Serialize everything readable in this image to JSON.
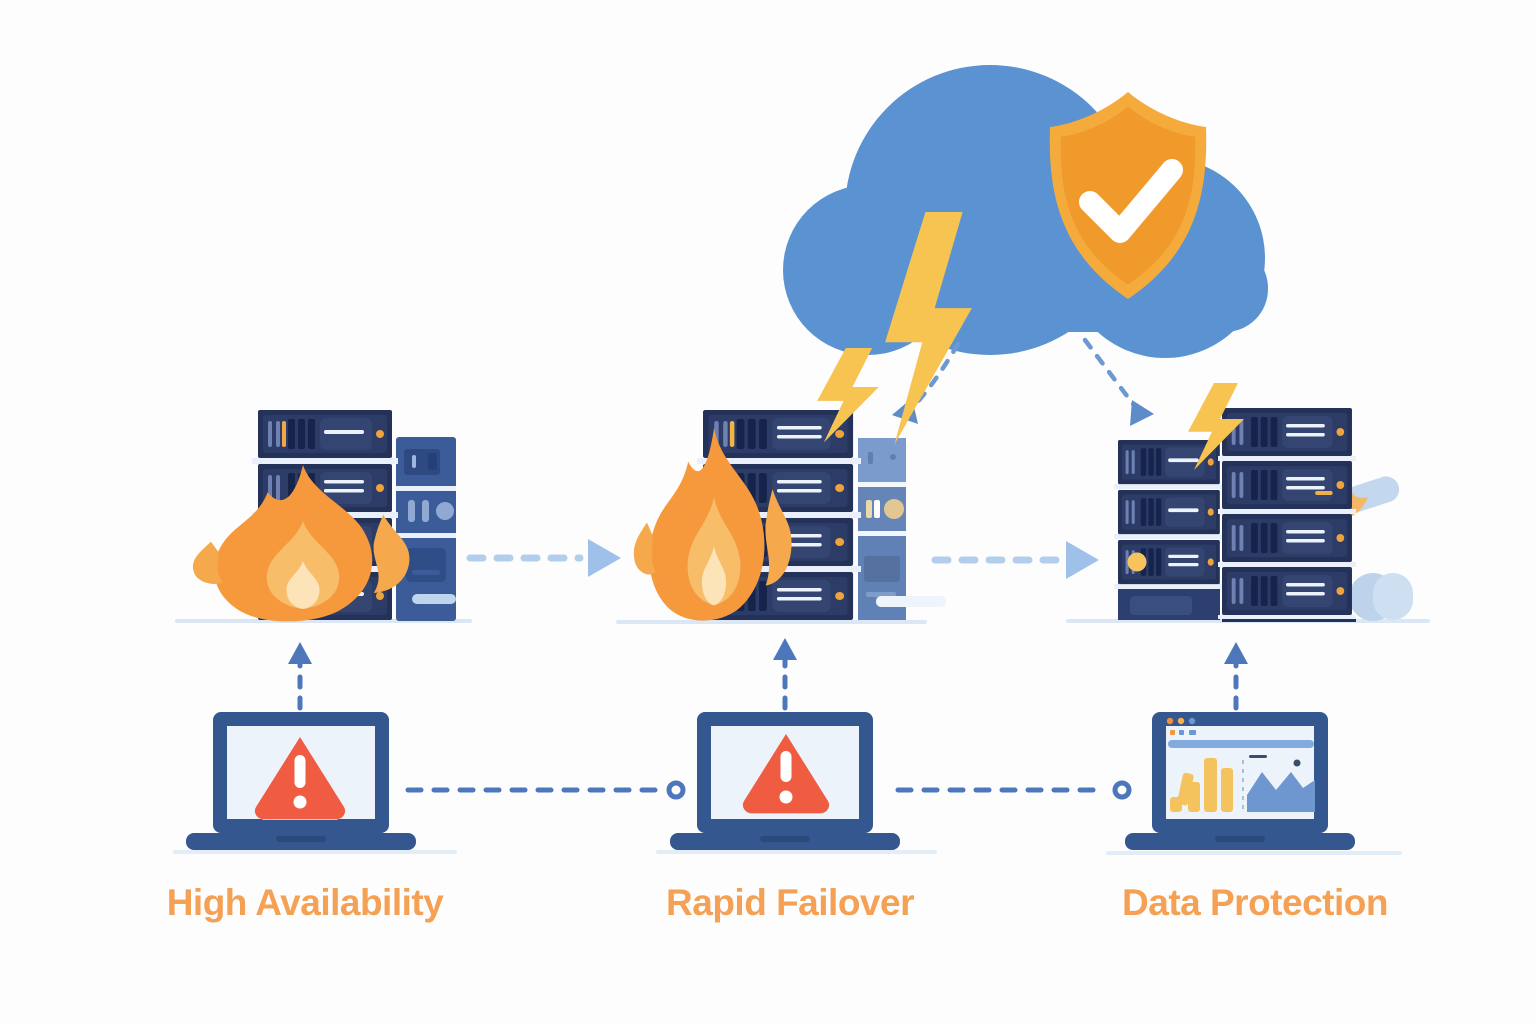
{
  "stages": [
    {
      "id": "high-availability",
      "label": "High Availability",
      "icons": [
        "burning-server-rack",
        "warning-laptop",
        "up-arrow",
        "flow-arrow-right"
      ]
    },
    {
      "id": "rapid-failover",
      "label": "Rapid Failover",
      "icons": [
        "burning-server-rack",
        "lightning-strike",
        "warning-laptop",
        "up-arrow",
        "flow-arrow-right"
      ]
    },
    {
      "id": "data-protection",
      "label": "Data Protection",
      "icons": [
        "server-rack-pair",
        "lightning-bolt",
        "dashboard-laptop",
        "up-arrow"
      ]
    }
  ],
  "cloud": {
    "icons": [
      "cloud",
      "shield-check",
      "lightning-bolt",
      "dashed-arrow-to-failover",
      "dashed-arrow-to-protection"
    ]
  },
  "colors": {
    "cloud_blue": "#5b92d2",
    "shield_orange": "#f5ab3c",
    "lightning_yellow": "#f7c351",
    "fire_orange": "#f5993c",
    "server_navy": "#243259",
    "laptop_navy": "#35578f",
    "warning_red": "#f05c42",
    "label_orange": "#f5a155",
    "connector_blue": "#4d77ba",
    "flow_arrow_blue": "#a9c7ec"
  }
}
